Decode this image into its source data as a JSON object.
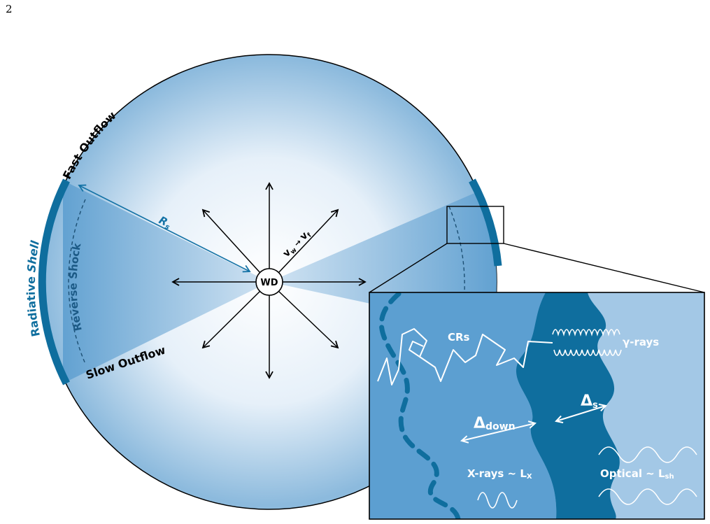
{
  "page": {
    "number": "2"
  },
  "labels": {
    "fast_outflow": "Fast Outflow",
    "slow_outflow": "Slow Outflow",
    "radiative_shell": "Radiative ",
    "radiative_shell_italic": "Shell",
    "reverse_shock": "Reverse Shock",
    "radius_main": "R",
    "radius_sub": "s",
    "velocity_w": "v",
    "velocity_w_sub": "w",
    "velocity_arrow": " → ",
    "velocity_f": "v",
    "velocity_f_sub": "f",
    "white_dwarf": "WD"
  },
  "inset": {
    "crs": "CRs",
    "gamma_rays": "γ-rays",
    "delta_down": "Δ",
    "delta_down_sub": "down",
    "delta_s": "Δ",
    "delta_s_sub": "s",
    "xrays": "X-rays ~ L",
    "xrays_sub": "X",
    "optical": "Optical ~ L",
    "optical_sub": "sh"
  },
  "colors": {
    "sphere_center": "#ffffff",
    "sphere_edge": "#8cbadd",
    "wedge": "#6aa6d4",
    "shell": "#0f6e9e",
    "inset_light": "#a3c8e6",
    "inset_mid": "#5c9fd1",
    "inset_dark": "#0f6e9e"
  }
}
